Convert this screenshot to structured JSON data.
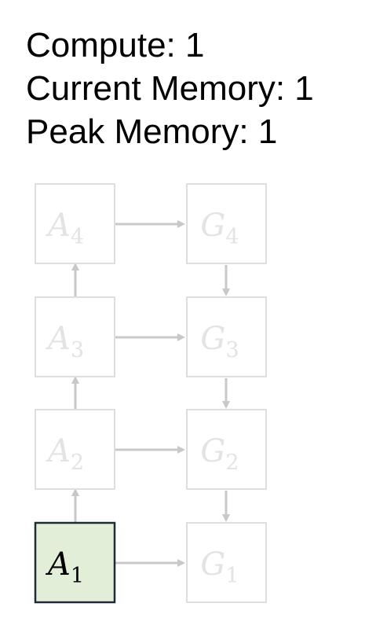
{
  "stats": {
    "compute": "Compute: 1",
    "current_memory": "Current Memory: 1",
    "peak_memory": "Peak Memory: 1"
  },
  "nodes": {
    "A1": {
      "base": "A",
      "sub": "1",
      "state": "active"
    },
    "A2": {
      "base": "A",
      "sub": "2",
      "state": "inactive"
    },
    "A3": {
      "base": "A",
      "sub": "3",
      "state": "inactive"
    },
    "A4": {
      "base": "A",
      "sub": "4",
      "state": "inactive"
    },
    "G1": {
      "base": "G",
      "sub": "1",
      "state": "inactive"
    },
    "G2": {
      "base": "G",
      "sub": "2",
      "state": "inactive"
    },
    "G3": {
      "base": "G",
      "sub": "3",
      "state": "inactive"
    },
    "G4": {
      "base": "G",
      "sub": "4",
      "state": "inactive"
    }
  },
  "colors": {
    "active_fill": "#e3eed8",
    "active_stroke": "#1c2b36",
    "active_text": "#000000",
    "inactive_stroke": "#dedede",
    "inactive_text": "#e3e3e3",
    "edge": "#c8c8c8"
  }
}
